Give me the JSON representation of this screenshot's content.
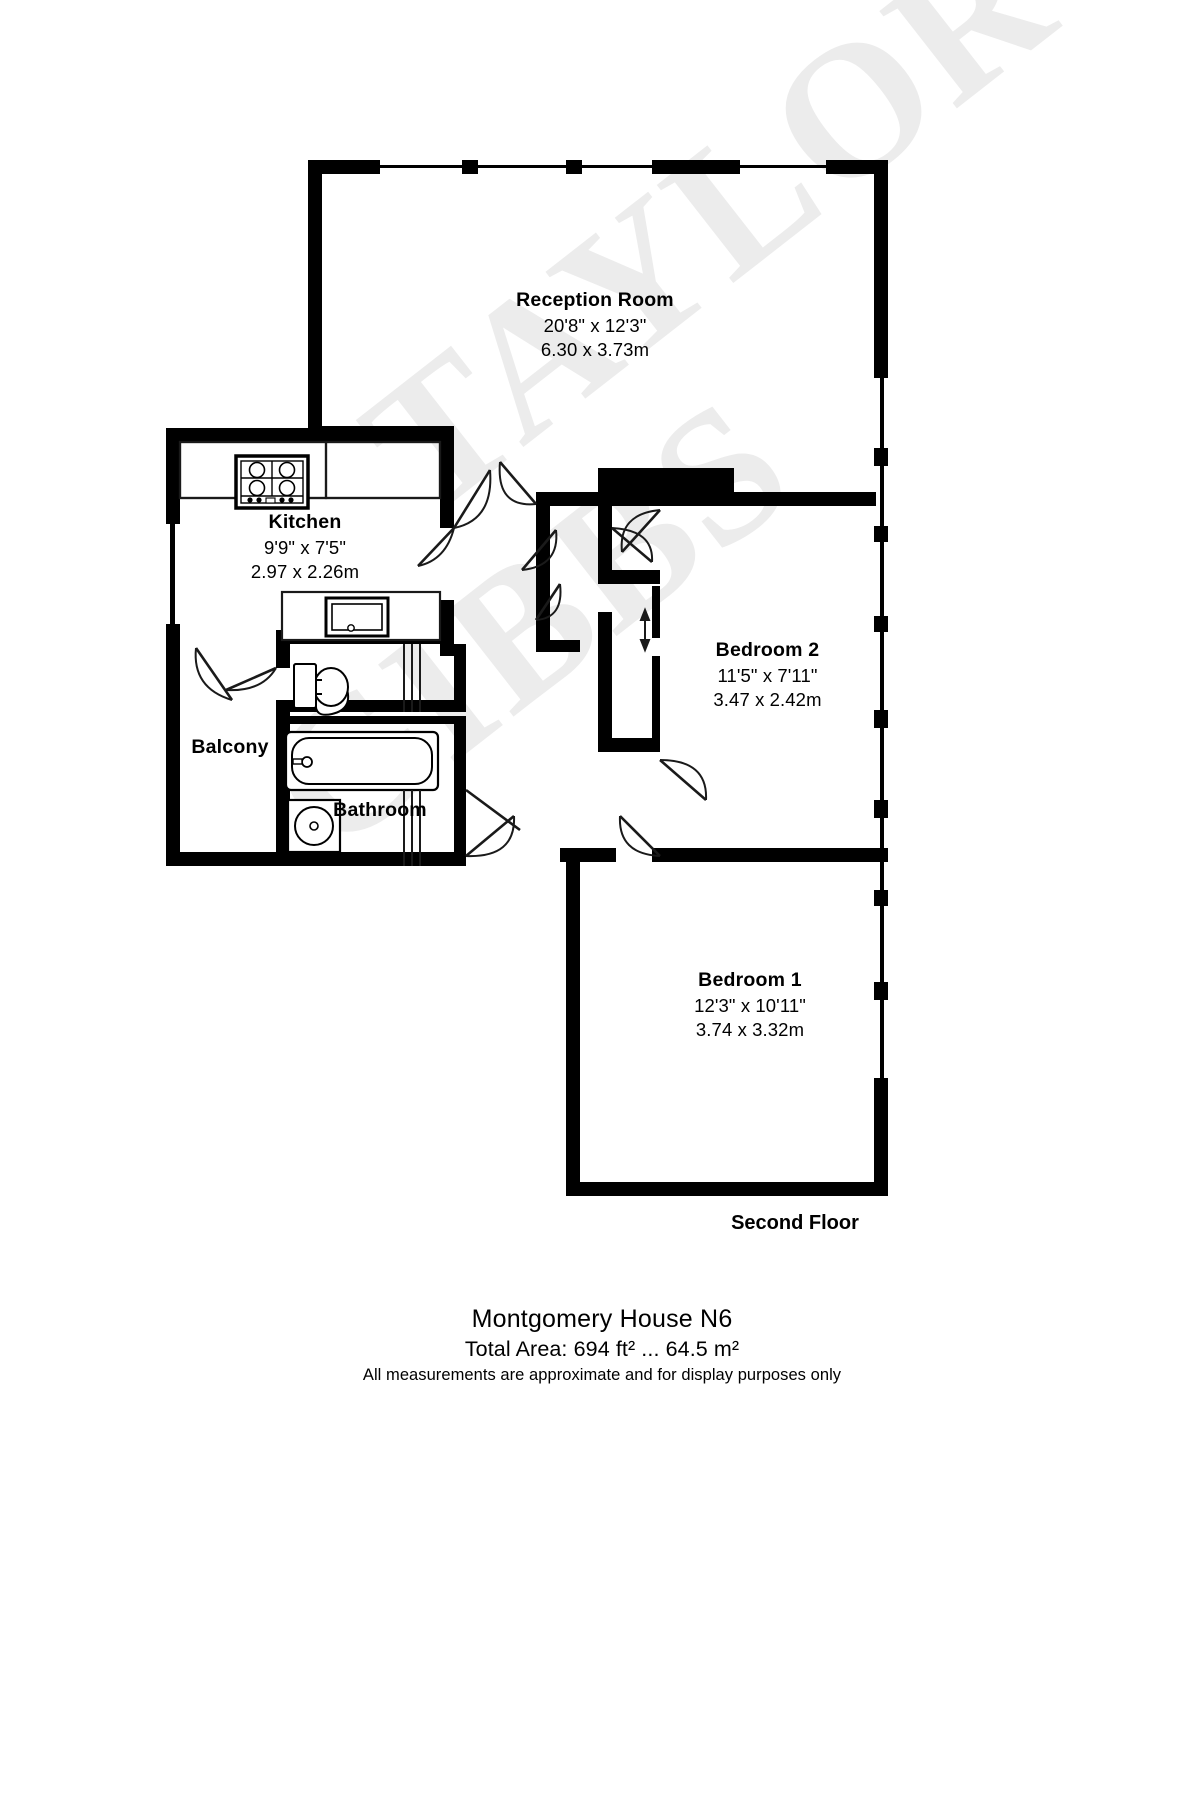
{
  "document": {
    "type": "floor-plan",
    "floor_label": "Second Floor",
    "property_title": "Montgomery House N6",
    "total_area": "Total Area: 694 ft² ... 64.5 m²",
    "disclaimer": "All measurements are approximate and for display purposes only",
    "watermark_line1": "TAYLOR",
    "watermark_line2": "GIBBS",
    "background_color": "#ffffff",
    "wall_color": "#000000",
    "watermark_color": "#e9e9e9"
  },
  "rooms": [
    {
      "id": "reception",
      "name": "Reception Room",
      "dim_imperial": "20'8\" x 12'3\"",
      "dim_metric": "6.30 x 3.73m"
    },
    {
      "id": "kitchen",
      "name": "Kitchen",
      "dim_imperial": "9'9\" x 7'5\"",
      "dim_metric": "2.97 x 2.26m"
    },
    {
      "id": "bedroom2",
      "name": "Bedroom 2",
      "dim_imperial": "11'5\" x 7'11\"",
      "dim_metric": "3.47 x 2.42m"
    },
    {
      "id": "bedroom1",
      "name": "Bedroom 1",
      "dim_imperial": "12'3\" x 10'11\"",
      "dim_metric": "3.74 x 3.32m"
    },
    {
      "id": "balcony",
      "name": "Balcony",
      "dim_imperial": "",
      "dim_metric": ""
    },
    {
      "id": "bathroom",
      "name": "Bathroom",
      "dim_imperial": "",
      "dim_metric": ""
    }
  ],
  "fixtures": [
    {
      "id": "hob",
      "name": "kitchen-hob-icon",
      "burners": 4,
      "knobs": 5
    },
    {
      "id": "sink",
      "name": "kitchen-sink-icon"
    },
    {
      "id": "wc",
      "name": "toilet-icon"
    },
    {
      "id": "bath",
      "name": "bathtub-icon"
    },
    {
      "id": "basin",
      "name": "wash-basin-icon"
    }
  ]
}
